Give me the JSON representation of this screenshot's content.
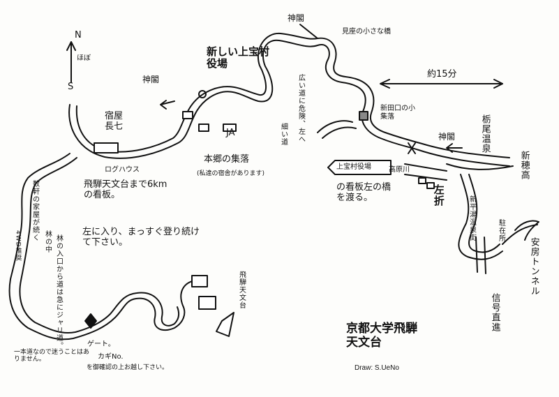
{
  "map": {
    "compass": {
      "north": "N",
      "south": "S",
      "approx": "ほぼ"
    },
    "labels": {
      "shrine_left": "神閣",
      "shrine_top": "神閣",
      "shrine_right": "神閣",
      "new_office": "新しい上宝村役場",
      "footbridge": "見座の小さな橋",
      "narrow_road_turn": "広い道に危険、左へ",
      "narrow_road": "細い道",
      "shingetaguchi": "新田口の小集落",
      "approx_15min": "約15分",
      "tochio_onsen": "栃尾温泉",
      "shinhotaka": "新穂高",
      "takahara_river": "高原川",
      "turn_left": "左折",
      "shinhirayu": "新平湯温泉街",
      "police_box": "駐在所",
      "anbo_tunnel": "安房トンネル",
      "signal_straight": "信号直進",
      "ja": "JA",
      "hongo": "本郷の集落",
      "hongo_note": "(私達の宿舎があります)",
      "kamitakara_sign": "上宝村役場",
      "sign_note": "の看板左の橋を渡る。",
      "yado_choshichi": "宿屋長七",
      "log_house": "ログハウス",
      "hida_sign": "飛騨天文台まで6kmの看板。",
      "turn_in": "左に入り、まっすぐ登り続けて下さい。",
      "hamlet_ahead": "数軒の家屋が続く",
      "forest": "林の中",
      "forest_steep": "林の入口から道は急にジャリ道。",
      "four_wd": "4WD推奨",
      "one_way": "一本道なので迷うことはありません。",
      "gate": "ゲート。",
      "key_no": "カギNo.",
      "key_confirm": "を御確認の上お越し下さい。",
      "observatory": "飛騨天文台",
      "title": "京都大学飛騨天文台",
      "credit": "Draw: S.UeNo"
    }
  }
}
